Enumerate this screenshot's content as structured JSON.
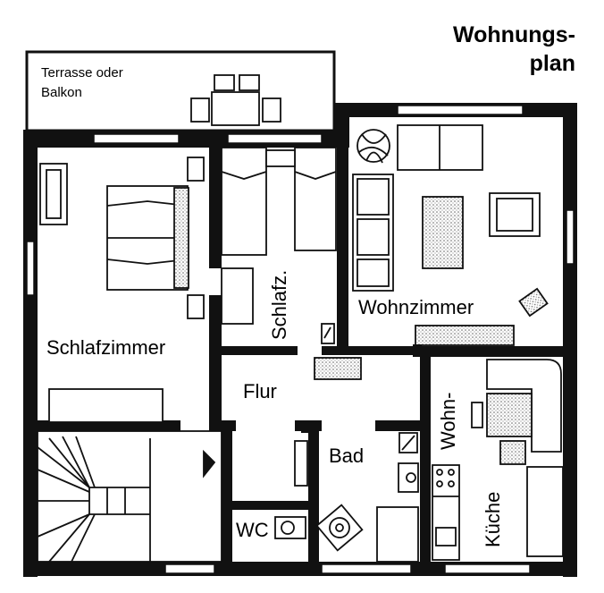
{
  "title": {
    "line1": "Wohnungs-",
    "line2": "plan"
  },
  "rooms": {
    "terrasse_line1": "Terrasse oder",
    "terrasse_line2": "Balkon",
    "schlafzimmer": "Schlafzimmer",
    "schlafz": "Schlafz.",
    "wohnzimmer": "Wohnzimmer",
    "flur": "Flur",
    "bad": "Bad",
    "wc": "WC",
    "wohn": "Wohn-",
    "kueche": "Küche"
  },
  "colors": {
    "wall": "#111111",
    "hatch": "#777777",
    "paper": "#ffffff"
  }
}
